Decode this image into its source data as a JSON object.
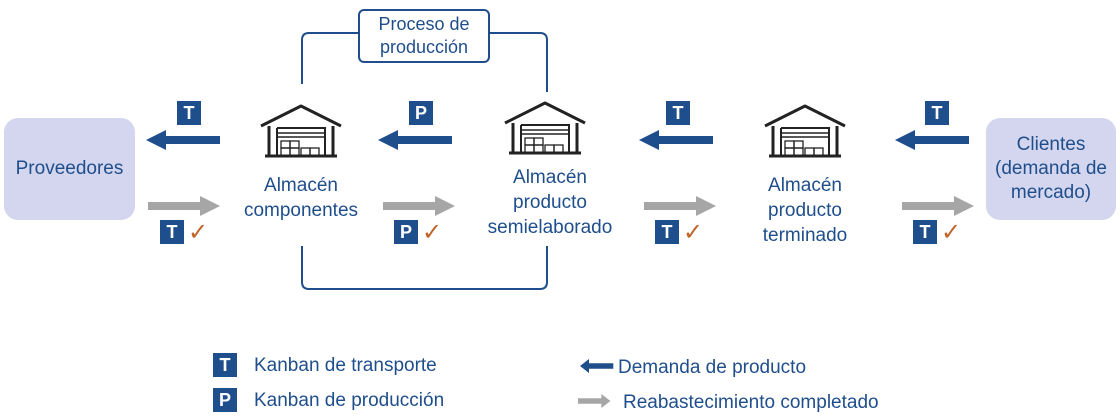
{
  "process_box": {
    "line1": "Proceso de",
    "line2": "producción"
  },
  "suppliers": {
    "label": "Proveedores"
  },
  "clients": {
    "line1": "Clientes",
    "line2": "(demanda de",
    "line3": "mercado)"
  },
  "warehouses": [
    {
      "line1": "Almacén",
      "line2": "componentes"
    },
    {
      "line1": "Almacén",
      "line2": "producto",
      "line3": "semielaborado"
    },
    {
      "line1": "Almacén",
      "line2": "producto",
      "line3": "terminado"
    }
  ],
  "kanban_top": [
    "T",
    "P",
    "T",
    "T"
  ],
  "kanban_bottom": [
    "T",
    "P",
    "T",
    "T"
  ],
  "check_mark": "✓",
  "legend": {
    "transport_letter": "T",
    "transport_label": "Kanban de transporte",
    "production_letter": "P",
    "production_label": "Kanban de producción",
    "demand_label": "Demanda de producto",
    "replenish_label": "Reabastecimiento completado"
  },
  "colors": {
    "blue": "#1f4e8c",
    "gray": "#a6a6a6",
    "box": "#d3d6ee",
    "check": "#c0642a"
  },
  "icons": {
    "warehouse": "warehouse-icon"
  }
}
